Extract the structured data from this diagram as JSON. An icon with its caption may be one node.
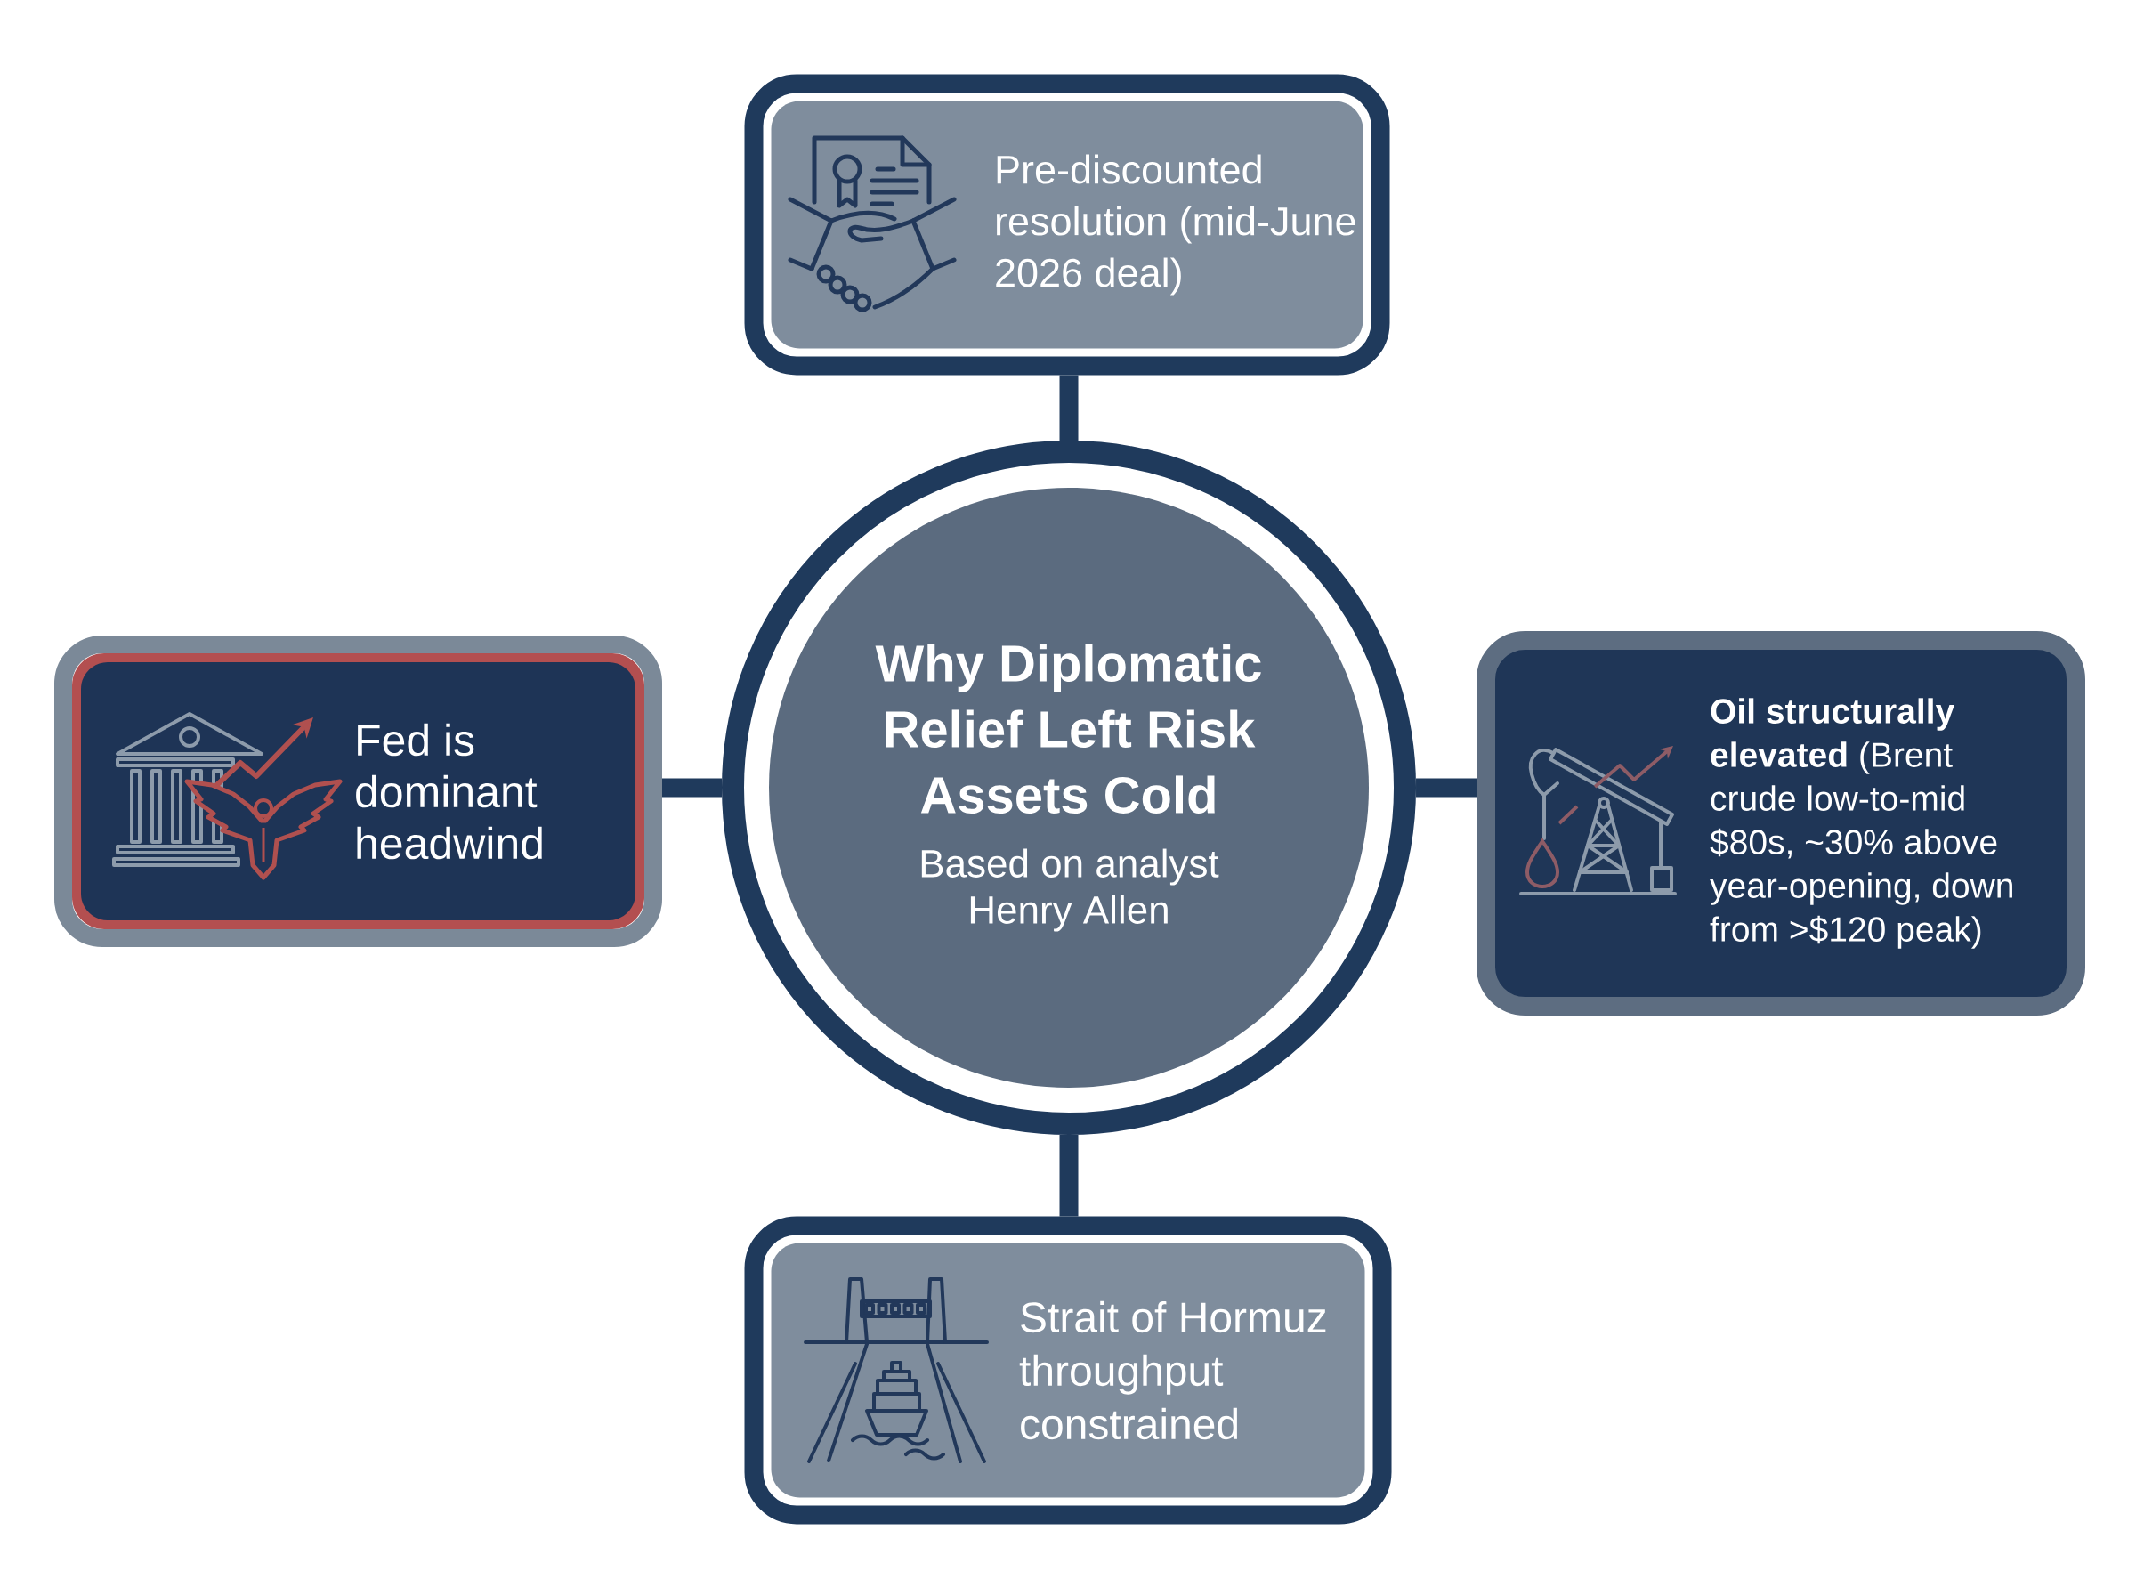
{
  "diagram": {
    "nodes": [
      {
        "text": [
          "Pre-discounted resolution (mid-June 2026 deal)"
        ]
      },
      {
        "text": [
          "Fed is dominant headwind"
        ]
      },
      {
        "text": [
          "Why Diplomatic Relief Left Risk Assets Cold",
          "Based on analyst Henry Allen"
        ]
      },
      {
        "text": [
          "**Oil structurally elevated** (Brent crude low-to-mid $80s, ~30% above year-opening, down from >$120 peak)"
        ]
      },
      {
        "text": [
          "Strait of Hormuz throughput constrained"
        ]
      }
    ],
    "edges": [
      {
        "from": 2,
        "to": 0,
        "arrow": "none"
      },
      {
        "from": 2,
        "to": 1,
        "arrow": "none"
      },
      {
        "from": 2,
        "to": 3,
        "arrow": "none"
      },
      {
        "from": 2,
        "to": 4,
        "arrow": "none"
      }
    ]
  }
}
